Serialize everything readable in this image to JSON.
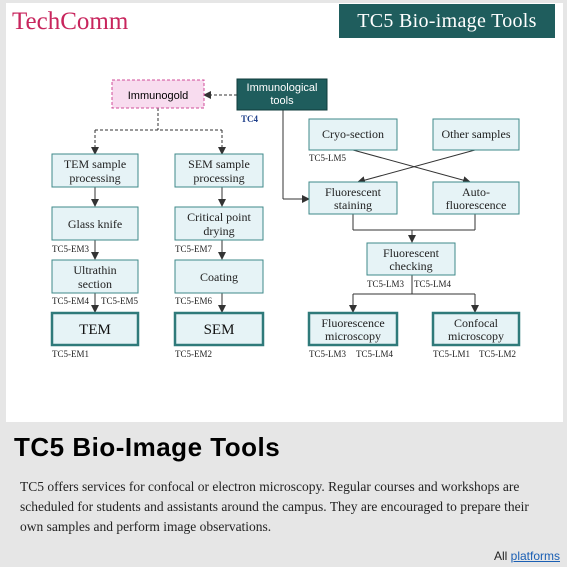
{
  "brand": "TechComm",
  "banner_title": "TC5  Bio-image Tools",
  "diagram": {
    "immunogold": "Immunogold",
    "immunological": [
      "Immunological",
      "tools"
    ],
    "tc4_label": "TC4",
    "tem_sample": [
      "TEM sample",
      "processing"
    ],
    "sem_sample": [
      "SEM sample",
      "processing"
    ],
    "glass_knife": "Glass knife",
    "critical_point": [
      "Critical point",
      "drying"
    ],
    "ultrathin": [
      "Ultrathin",
      "section"
    ],
    "coating": "Coating",
    "tem": "TEM",
    "sem": "SEM",
    "cryo_section": "Cryo-section",
    "other_samples": "Other samples",
    "fluorescent_staining": [
      "Fluorescent",
      "staining"
    ],
    "auto_fluorescence": [
      "Auto-",
      "fluorescence"
    ],
    "fluorescent_checking": [
      "Fluorescent",
      "checking"
    ],
    "fluorescence_microscopy": [
      "Fluorescence",
      "microscopy"
    ],
    "confocal_microscopy": [
      "Confocal",
      "microscopy"
    ],
    "codes": {
      "em3": "TC5-EM3",
      "em7": "TC5-EM7",
      "em4": "TC5-EM4",
      "em5": "TC5-EM5",
      "em6": "TC5-EM6",
      "em1": "TC5-EM1",
      "em2": "TC5-EM2",
      "lm5": "TC5-LM5",
      "lm3a": "TC5-LM3",
      "lm4a": "TC5-LM4",
      "lm3b": "TC5-LM3",
      "lm4b": "TC5-LM4",
      "lm1": "TC5-LM1",
      "lm2": "TC5-LM2"
    }
  },
  "heading": "TC5 Bio-Image Tools",
  "description": "TC5 offers services for confocal or electron microscopy. Regular courses and workshops are scheduled for students and assistants around the campus. They are encouraged to prepare their own samples and perform image observations.",
  "footer": {
    "prefix": "All ",
    "link_text": "platforms"
  },
  "colors": {
    "box_fill": "#e6f3f6",
    "box_stroke": "#3f8a8a",
    "header_fill": "#1f5d5d",
    "immunogold_fill": "#f8dcef",
    "immunogold_stroke": "#d04b9a",
    "brand": "#c8255d",
    "link": "#1a5fb4"
  }
}
